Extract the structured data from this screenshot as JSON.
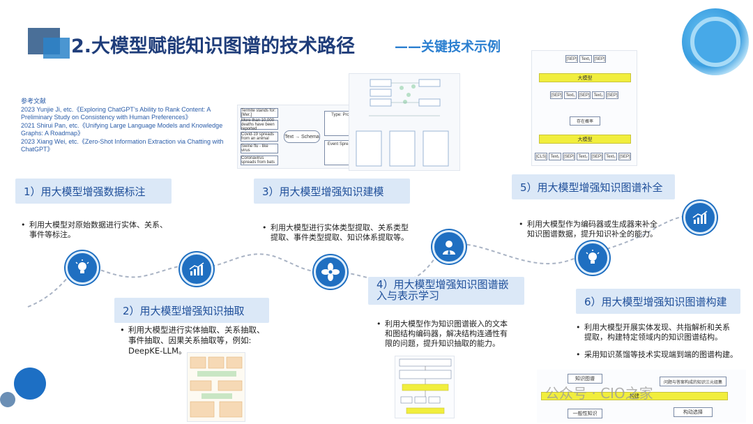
{
  "header": {
    "title": "2.大模型赋能知识图谱的技术路径",
    "subtitle": "——关键技术示例"
  },
  "references": {
    "heading": "参考文献",
    "items": [
      "2023 Yunjie Ji, etc.《Exploring ChatGPT’s Ability to Rank Content: A Preliminary Study on Consistency with Human Preferences》",
      "2021 Shirui Pan, etc.《Unifying Large Language Models and Knowledge Graphs: A Roadmap》",
      "2023 Xiang Wei, etc.《Zero-Shot Information Extraction via Chatting with ChatGPT》"
    ]
  },
  "sections": [
    {
      "title": "1）用大模型增强数据标注",
      "desc": [
        "利用大模型对原始数据进行实体、关系、",
        "事件等标注。"
      ]
    },
    {
      "title": "2）用大模型增强知识抽取",
      "desc": [
        "利用大模型进行实体抽取、关系抽取、",
        "事件抽取、因果关系抽取等，例如:",
        "DeepKE-LLM。"
      ]
    },
    {
      "title": "3）用大模型增强知识建模",
      "desc": [
        "利用大模型进行实体类型提取、关系类型",
        "提取、事件类型提取、知识体系提取等。"
      ]
    },
    {
      "title": "4）用大模型增强知识图谱嵌入与表示学习",
      "desc": [
        "利用大模型作为知识图谱嵌入的文本",
        "和图结构编码器，解决结构连通性有",
        "限的问题，提升知识抽取的能力。"
      ]
    },
    {
      "title": "5）用大模型增强知识图谱补全",
      "desc": [
        "利用大模型作为编码器或生成器来补全",
        "知识图谱数据，提升知识补全的能力。"
      ]
    },
    {
      "title": "6）用大模型增强知识图谱构建",
      "desc": [
        "利用大模型开展实体发现、共指解析和关系",
        "提取，构建特定领域内的知识图谱结构。"
      ],
      "desc2": [
        "采用知识蒸馏等技术实现端到端的图谱构建。"
      ]
    }
  ],
  "figures": {
    "completion": {
      "top_label": "大模型",
      "top_row": [
        "[SEP]",
        "Text₁",
        "[SEP]"
      ],
      "bottom_row": [
        "[SEP]",
        "Text₁",
        "[SEP]",
        "Text₂",
        "[SEP]"
      ],
      "score_label": "存在概率",
      "mid_label": "大模型",
      "input_row": [
        "[CLS]",
        "Text₁",
        "[SEP]",
        "Text₂",
        "[SEP]",
        "Text₃",
        "[SEP]"
      ]
    },
    "construction": {
      "left_nodes": [
        "知识图谱",
        "一般性知识"
      ],
      "right_nodes": [
        "问题与答案构成的知识三元组集",
        "构动选择"
      ],
      "arrow_label": "构建"
    },
    "modeling": {
      "center_label": "Text → Schema",
      "left_items": [
        "Termite stands for: [Mer.]",
        "More than 10,000 deaths have been reported",
        "Covid-19 spreads from an animal",
        "Swine flu - like virus",
        "Coronavirus spreads from bats"
      ],
      "right_top": "Type: Pro",
      "right_bottom": "Event Spread"
    }
  },
  "watermark": "公众号 · CIO之家"
}
